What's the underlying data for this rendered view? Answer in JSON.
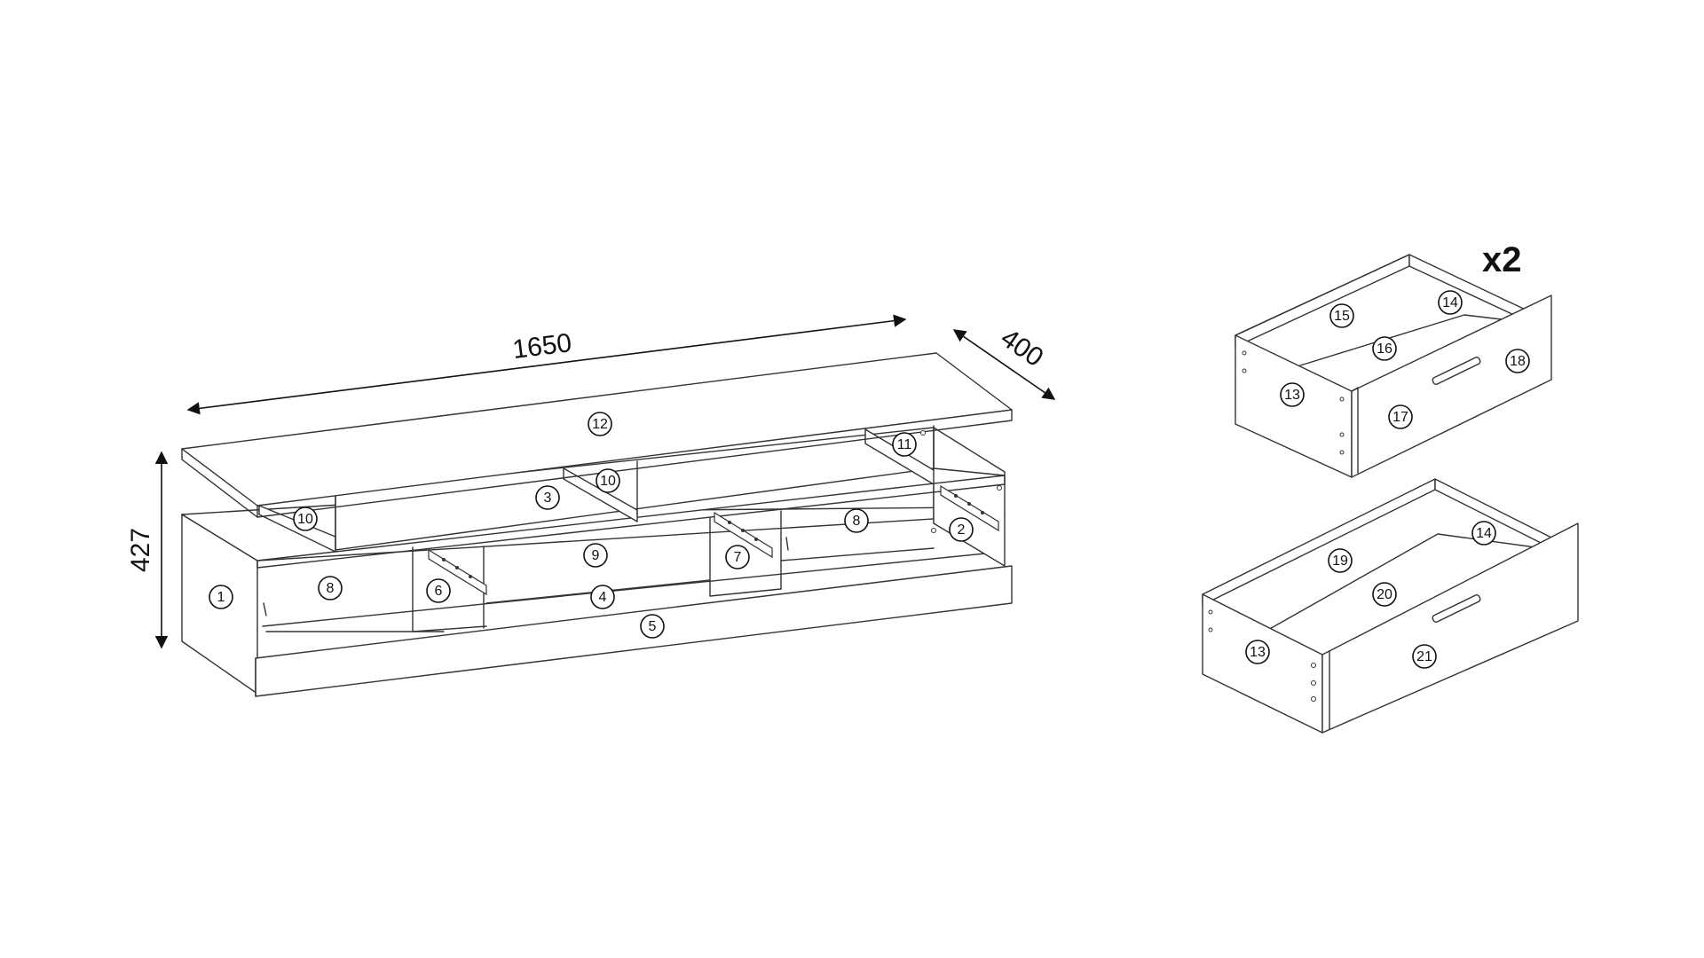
{
  "dimensions": {
    "width": "1650",
    "depth": "400",
    "height": "427"
  },
  "drawer_quantity": "x2",
  "part_numbers": [
    "1",
    "2",
    "3",
    "4",
    "5",
    "6",
    "7",
    "8",
    "9",
    "10",
    "11",
    "12",
    "13",
    "14",
    "15",
    "16",
    "17",
    "18",
    "19",
    "20",
    "21"
  ],
  "colors": {
    "line": "#333333",
    "background": "#ffffff"
  }
}
